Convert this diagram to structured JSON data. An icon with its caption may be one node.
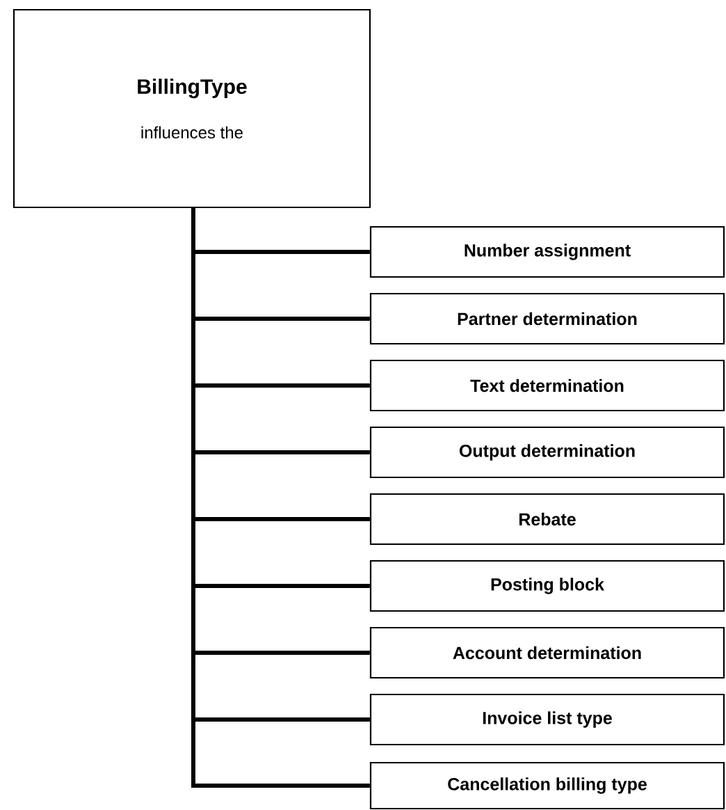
{
  "diagram": {
    "nodes": [
      {
        "text": [
          "BillingType",
          "influences the"
        ]
      },
      {
        "text": [
          "Number assignment"
        ]
      },
      {
        "text": [
          "Partner determination"
        ]
      },
      {
        "text": [
          "Text determination"
        ]
      },
      {
        "text": [
          "Output determination"
        ]
      },
      {
        "text": [
          "Rebate"
        ]
      },
      {
        "text": [
          "Posting block"
        ]
      },
      {
        "text": [
          "Account determination"
        ]
      },
      {
        "text": [
          "Invoice list type"
        ]
      },
      {
        "text": [
          "Cancellation billing type"
        ]
      }
    ],
    "edges": [
      {
        "from": 0,
        "to": 1,
        "arrow": "none"
      },
      {
        "from": 0,
        "to": 2,
        "arrow": "none"
      },
      {
        "from": 0,
        "to": 3,
        "arrow": "none"
      },
      {
        "from": 0,
        "to": 4,
        "arrow": "none"
      },
      {
        "from": 0,
        "to": 5,
        "arrow": "none"
      },
      {
        "from": 0,
        "to": 6,
        "arrow": "none"
      },
      {
        "from": 0,
        "to": 7,
        "arrow": "none"
      },
      {
        "from": 0,
        "to": 8,
        "arrow": "none"
      },
      {
        "from": 0,
        "to": 9,
        "arrow": "none"
      }
    ]
  }
}
